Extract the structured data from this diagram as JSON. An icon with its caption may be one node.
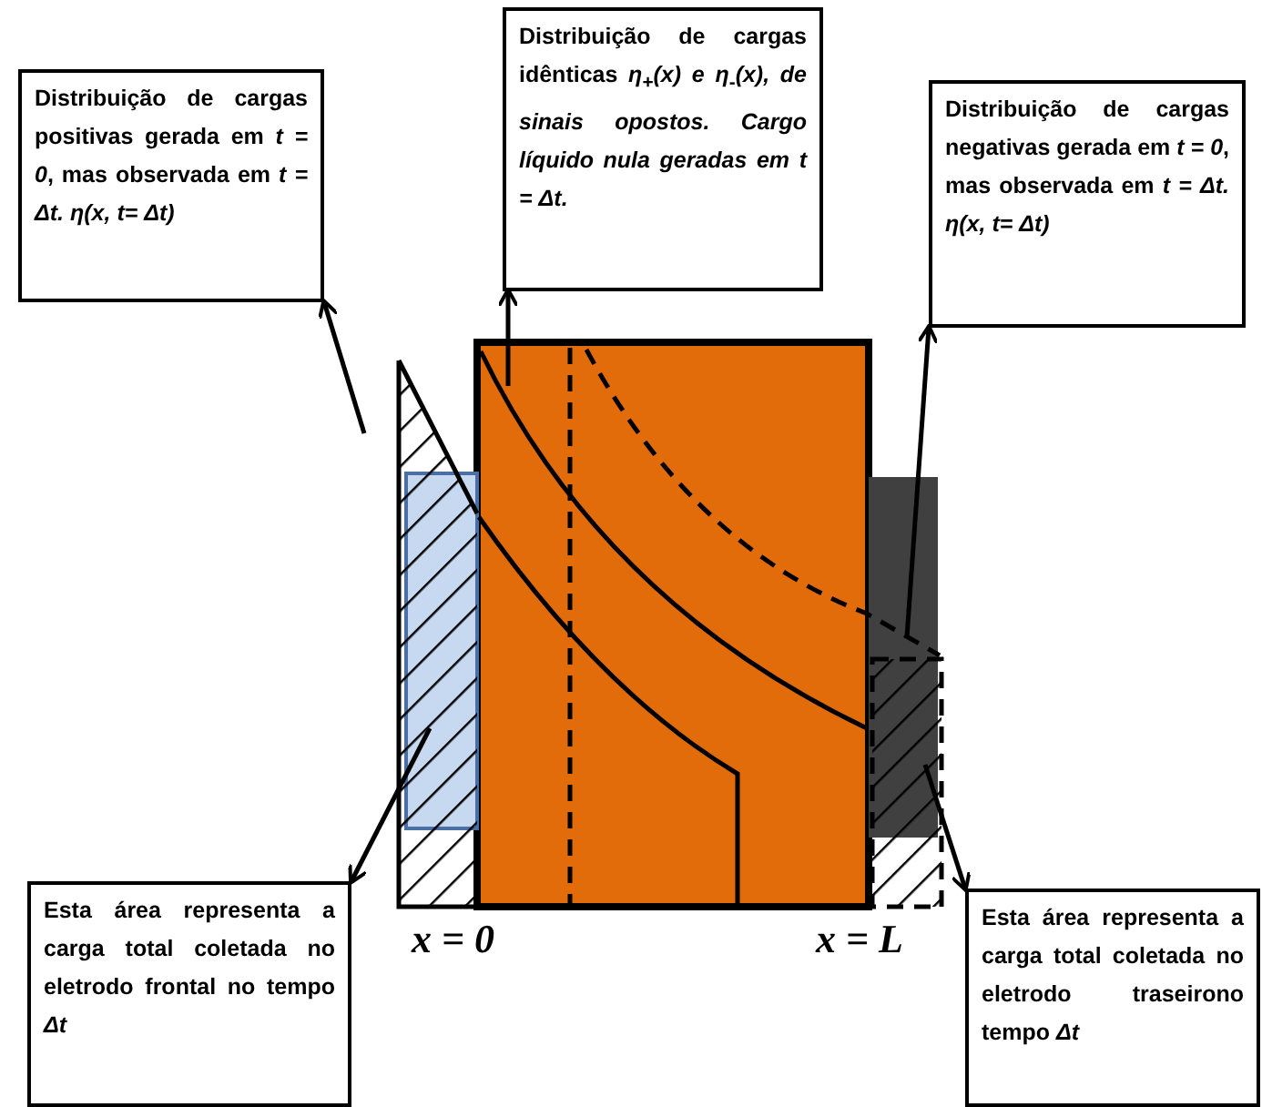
{
  "diagram": {
    "nodes": [
      {
        "text": [
          "Distribuição de cargas positivas gerada em *t = 0*, mas observada em *t = Δt. η(x, t= Δt)*"
        ]
      },
      {
        "text": [
          "Distribuição de cargas idênticas *η*$_{+}$*(x) e η*$_{-}$*(x), de sinais opostos. Cargo líquido nula geradas em t = Δt.*"
        ]
      },
      {
        "text": [
          "Distribuição de cargas negativas gerada em *t = 0*, mas observada em *t = Δt. η(x, t= Δt)*"
        ]
      },
      {
        "text": [
          "Esta área representa a carga total coletada no eletrodo frontal no tempo *Δt*"
        ]
      },
      {
        "text": [
          "Esta área representa a carga total coletada no eletrodo traseirono tempo *Δt*"
        ]
      },
      {
        "text": [],
        "shape": "triangle"
      },
      {
        "text": [],
        "shape": "curve"
      },
      {
        "text": [],
        "shape": "curve"
      },
      {
        "text": [],
        "shape": "box"
      }
    ],
    "edges": [
      {
        "from": 5,
        "to": 0,
        "arrow": "to"
      },
      {
        "from": 6,
        "to": 1,
        "arrow": "to"
      },
      {
        "from": 7,
        "to": 2,
        "arrow": "to"
      },
      {
        "from": 5,
        "to": 3,
        "arrow": "to"
      },
      {
        "from": 8,
        "to": 4,
        "arrow": "to"
      }
    ],
    "labels": [
      "x = 0",
      "x = L"
    ]
  }
}
